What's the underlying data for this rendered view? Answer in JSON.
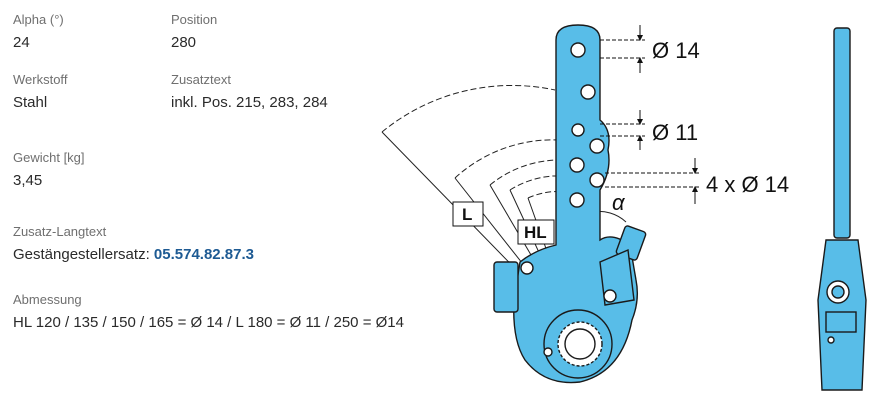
{
  "specs": {
    "alpha": {
      "label": "Alpha (°)",
      "value": "24"
    },
    "position": {
      "label": "Position",
      "value": "280"
    },
    "werkstoff": {
      "label": "Werkstoff",
      "value": "Stahl"
    },
    "zusatztext": {
      "label": "Zusatztext",
      "value": "inkl. Pos. 215, 283, 284"
    },
    "gewicht": {
      "label": "Gewicht [kg]",
      "value": "3,45"
    },
    "zusatz_langtext": {
      "label": "Zusatz-Langtext",
      "prefix": "Gestängestellersatz: ",
      "part_number": "05.574.82.87.3"
    },
    "abmessung": {
      "label": "Abmessung",
      "value": "HL 120 / 135 / 150 / 165 = Ø 14 / L 180 = Ø 11 / 250 = Ø14"
    }
  },
  "drawing": {
    "dim_top": "Ø 14",
    "dim_mid": "Ø 11",
    "dim_holes": "4 x Ø 14",
    "label_L": "L",
    "label_HL": "HL",
    "label_alpha": "α",
    "part_color": "#58bde8"
  }
}
